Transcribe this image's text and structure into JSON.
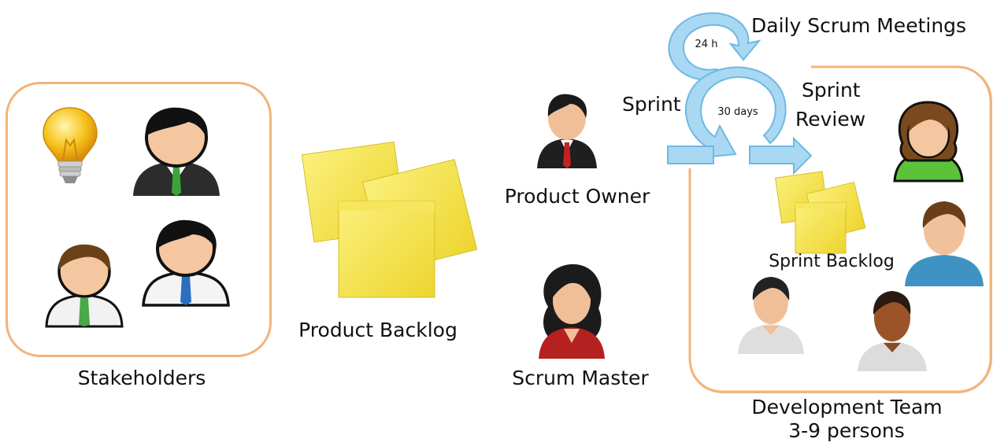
{
  "stakeholders": {
    "label": "Stakeholders"
  },
  "product_backlog": {
    "label": "Product Backlog"
  },
  "product_owner": {
    "label": "Product Owner"
  },
  "scrum_master": {
    "label": "Scrum Master"
  },
  "daily_scrum": {
    "label": "Daily Scrum Meetings",
    "cycle": "24 h"
  },
  "sprint": {
    "label": "Sprint",
    "cycle": "30 days"
  },
  "sprint_review": {
    "line1": "Sprint",
    "line2": "Review"
  },
  "sprint_backlog": {
    "label": "Sprint Backlog"
  },
  "development_team": {
    "line1": "Development Team",
    "line2": "3-9 persons"
  },
  "colors": {
    "box_border": "#f3b37a",
    "note_yellow": "#f6e34a",
    "cycle_blue": "#a9d8f3",
    "cycle_stroke": "#6fb8e3"
  }
}
